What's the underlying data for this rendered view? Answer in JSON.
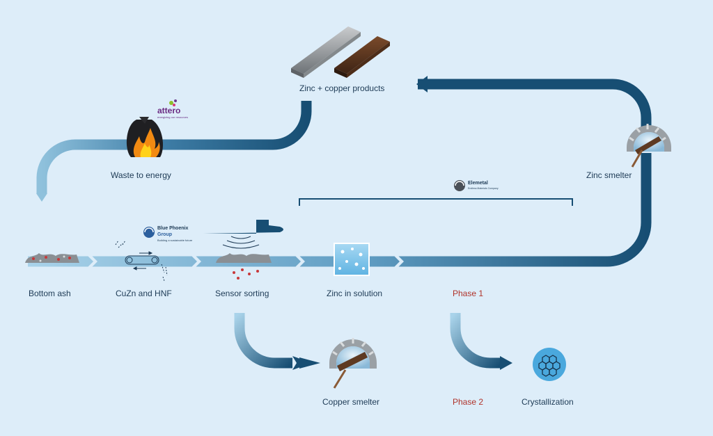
{
  "labels": {
    "zinc_copper_products": "Zinc + copper products",
    "waste_to_energy": "Waste to energy",
    "zinc_smelter": "Zinc smelter",
    "bottom_ash": "Bottom ash",
    "cuzn_hnf": "CuZn and HNF",
    "sensor_sorting": "Sensor sorting",
    "zinc_in_solution": "Zinc in solution",
    "phase1": "Phase 1",
    "phase2": "Phase 2",
    "copper_smelter": "Copper smelter",
    "crystallization": "Crystallization"
  },
  "logos": {
    "attero": "attero",
    "attero_tagline": "energizing our resources",
    "blue_phoenix_line1": "Blue Phoenix",
    "blue_phoenix_line2": "Group",
    "blue_phoenix_tagline": "Building a sustainable future",
    "elemetal": "Elemetal",
    "elemetal_tagline": "Endless Materials Company"
  },
  "colors": {
    "background": "#ddedf9",
    "arrow_dark": "#174e73",
    "arrow_light": "#8fc1dc",
    "phase_text": "#b0332a",
    "label_text": "#1d3a55"
  }
}
